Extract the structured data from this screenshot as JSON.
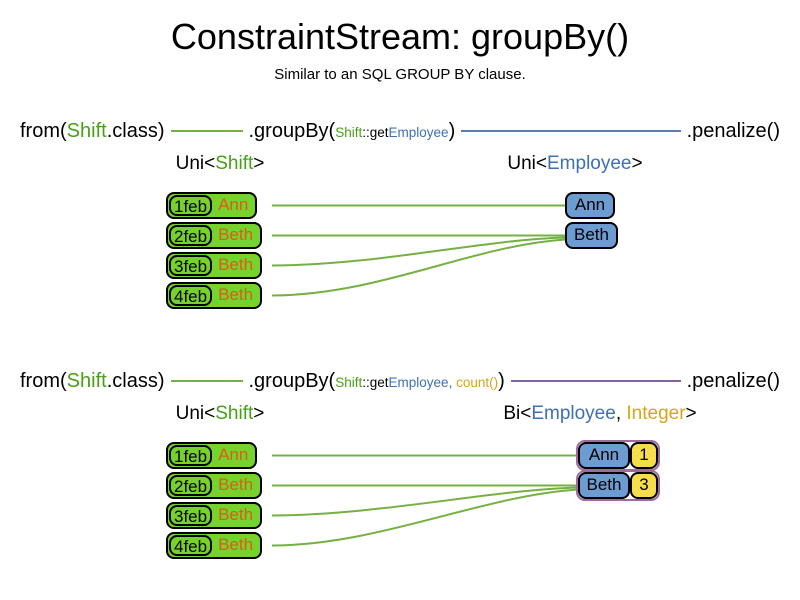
{
  "title": "ConstraintStream: groupBy()",
  "subtitle": "Similar to an SQL GROUP BY clause.",
  "colors": {
    "class_green": "#47a018",
    "employee_blue": "#3e6fb8",
    "integer_gold": "#d6a51c",
    "name_orange": "#d95f17",
    "box_green": "#76d22c",
    "box_blue": "#6d9cd3",
    "box_yellow": "#f6dd4c",
    "line_green": "#76b044",
    "line_blue": "#5b7db1",
    "line_purple": "#8064a2",
    "pair_border_purple": "#9e6b9e"
  },
  "sections": [
    {
      "flow": {
        "from_pre": "from(",
        "from_class": "Shift",
        "from_post": ".class)",
        "group_pre": ".groupBy(",
        "arg_class": "Shift",
        "arg_accessor": "::get",
        "arg_prop": "Employee",
        "group_post": ")",
        "penalize": ".penalize()"
      },
      "left_type": {
        "pre": "Uni<",
        "param": "Shift",
        "post": ">"
      },
      "right_type": {
        "pre": "Uni<",
        "param": "Employee",
        "post": ">"
      },
      "rows": [
        {
          "date": "1feb",
          "name": "Ann"
        },
        {
          "date": "2feb",
          "name": "Beth"
        },
        {
          "date": "3feb",
          "name": "Beth"
        },
        {
          "date": "4feb",
          "name": "Beth"
        }
      ],
      "results": [
        {
          "name": "Ann"
        },
        {
          "name": "Beth"
        }
      ]
    },
    {
      "flow": {
        "from_pre": "from(",
        "from_class": "Shift",
        "from_post": ".class)",
        "group_pre": ".groupBy(",
        "arg_class": "Shift",
        "arg_accessor": "::get",
        "arg_prop": "Employee",
        "arg_sep": ", ",
        "arg_extra": "count()",
        "group_post": ")",
        "penalize": ".penalize()"
      },
      "left_type": {
        "pre": "Uni<",
        "param": "Shift",
        "post": ">"
      },
      "right_type": {
        "pre": "Bi<",
        "param": "Employee",
        "sep": ", ",
        "param2": "Integer",
        "post": ">"
      },
      "rows": [
        {
          "date": "1feb",
          "name": "Ann"
        },
        {
          "date": "2feb",
          "name": "Beth"
        },
        {
          "date": "3feb",
          "name": "Beth"
        },
        {
          "date": "4feb",
          "name": "Beth"
        }
      ],
      "results": [
        {
          "name": "Ann",
          "count": "1"
        },
        {
          "name": "Beth",
          "count": "3"
        }
      ]
    }
  ]
}
